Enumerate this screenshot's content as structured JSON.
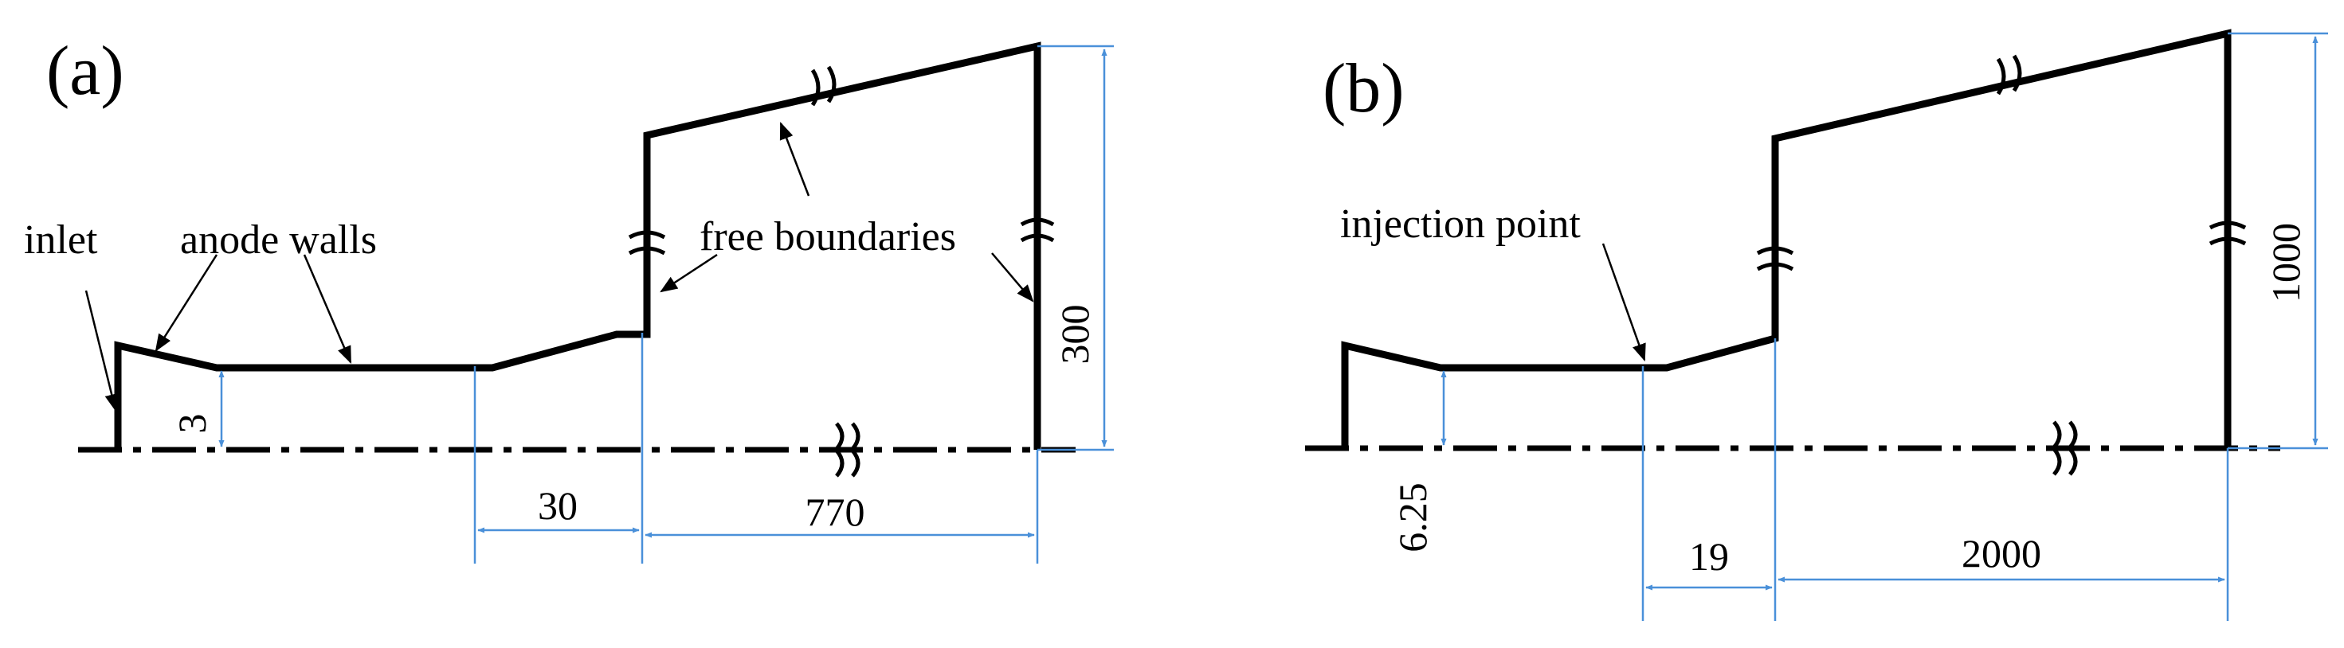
{
  "colors": {
    "dimension": "#4a90d9",
    "outline": "#000000"
  },
  "panel_a": {
    "panel_label": "(a)",
    "labels": {
      "inlet": "inlet",
      "anode_walls": "anode walls",
      "free_boundaries": "free boundaries"
    },
    "dimensions": {
      "radius": "3",
      "gap": "30",
      "length": "770",
      "height": "300"
    }
  },
  "panel_b": {
    "panel_label": "(b)",
    "labels": {
      "injection_point": "injection point"
    },
    "dimensions": {
      "radius": "6.25",
      "gap": "19",
      "length": "2000",
      "height": "1000"
    }
  }
}
